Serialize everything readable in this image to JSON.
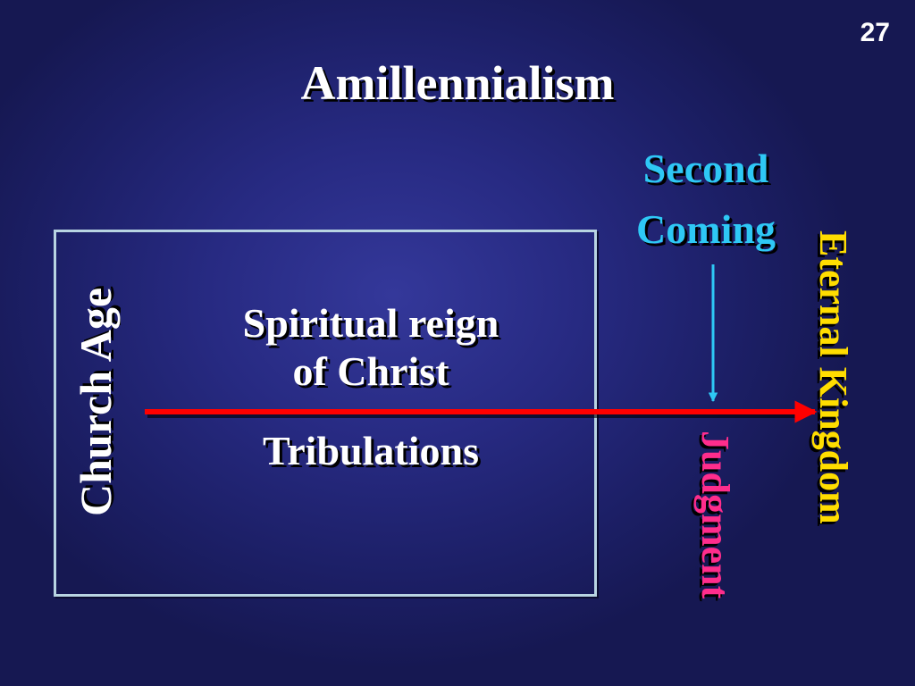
{
  "slide": {
    "number": "27",
    "title": "Amillennialism"
  },
  "labels": {
    "church_age": "Church Age",
    "reign_line1": "Spiritual reign",
    "reign_line2": "of Christ",
    "tribulations": "Tribulations",
    "second_coming_line1": "Second",
    "second_coming_line2": "Coming",
    "judgment": "Judgment",
    "eternal_kingdom": "Eternal Kingdom"
  },
  "colors": {
    "background": "#272a82",
    "box_border": "#b8d4e2",
    "timeline_arrow": "#ff0000",
    "second_coming": "#2ec8f5",
    "judgment": "#ff2d8c",
    "eternal_kingdom": "#ffdd00",
    "text": "#ffffff"
  }
}
